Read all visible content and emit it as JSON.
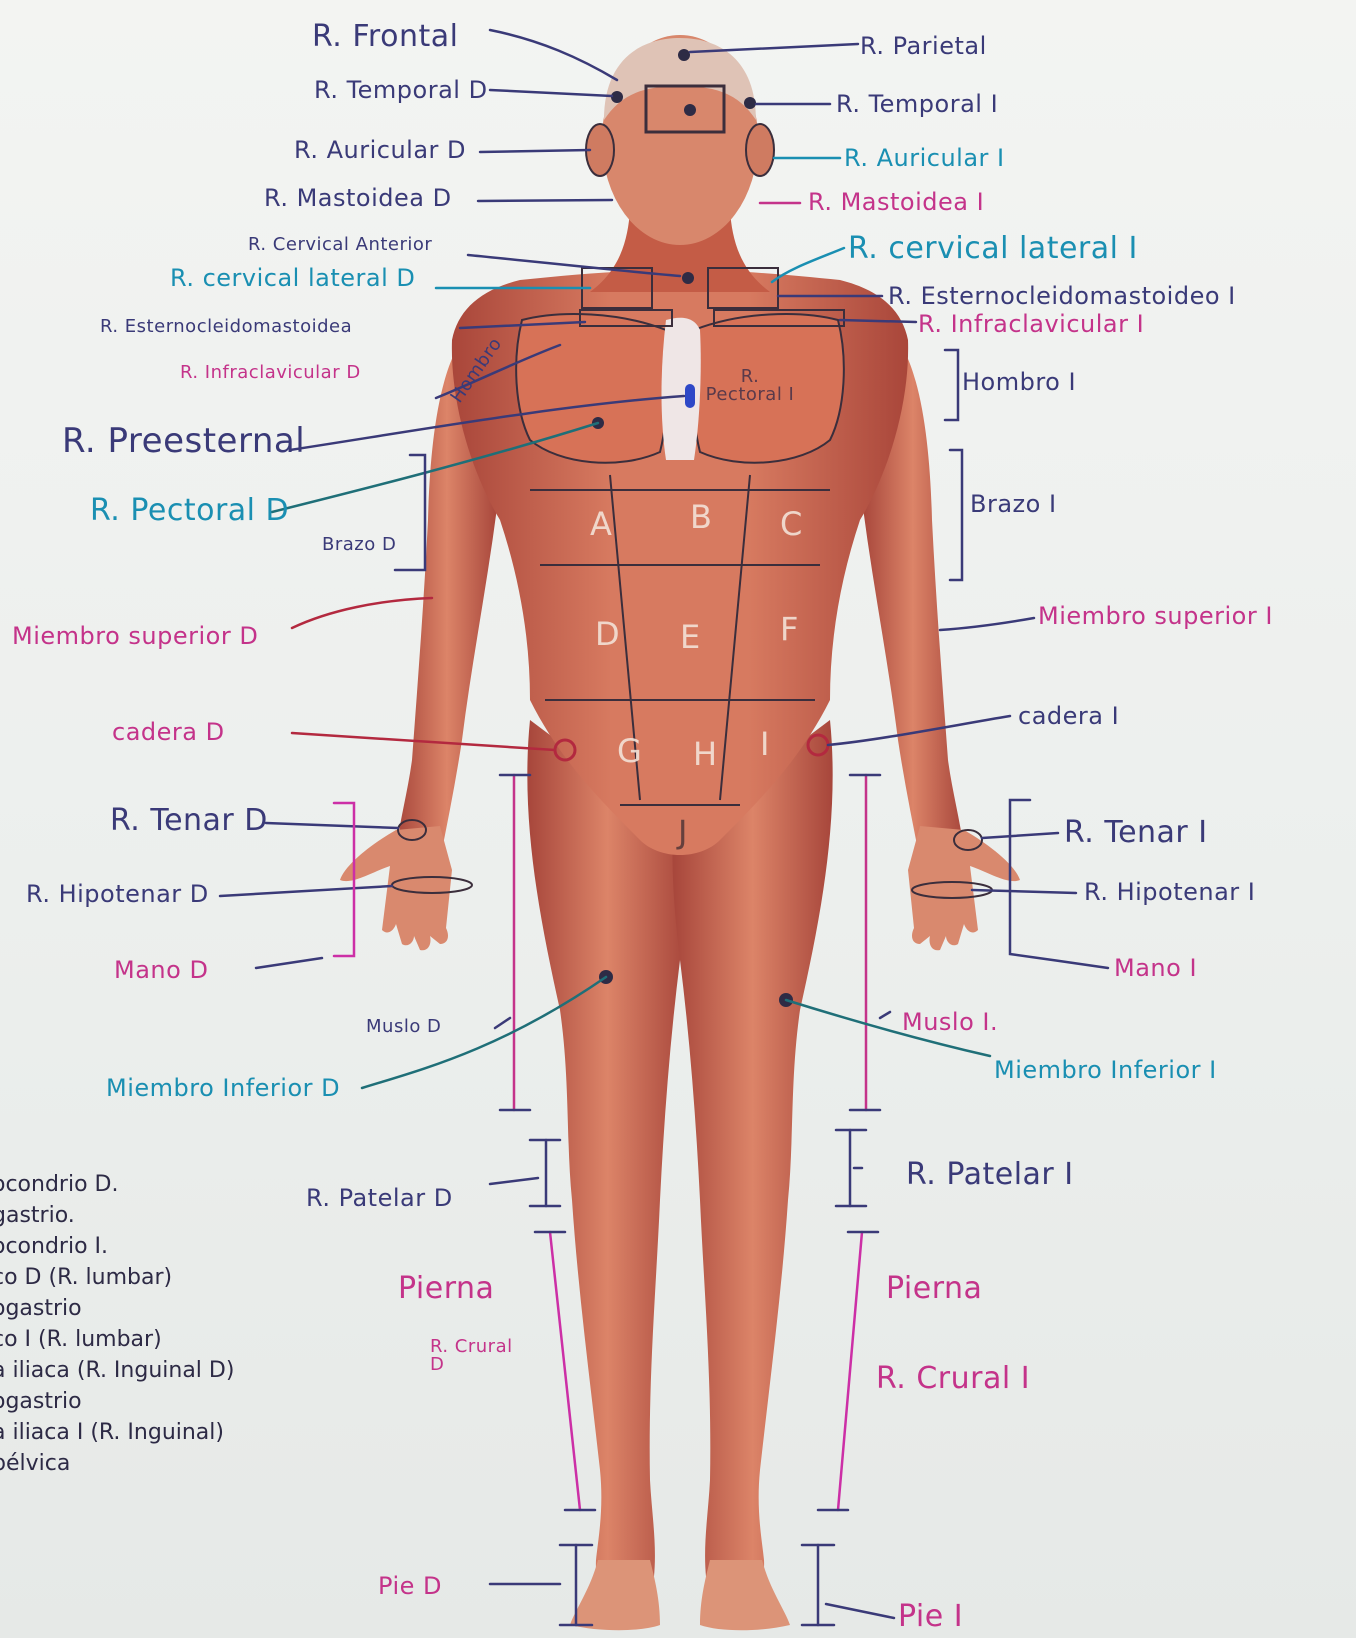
{
  "colors": {
    "navy": "#3a3a78",
    "blue": "#1a8fb2",
    "teal": "#1f6f78",
    "pink": "#c4338a",
    "magenta": "#cc2fa6",
    "red": "#b3293f",
    "ink": "#2e2b45",
    "muscle": "#c8654e",
    "skin": "#e9b39a"
  },
  "labels": {
    "frontal": "R. Frontal",
    "parietal": "R. Parietal",
    "temporal_d": "R. Temporal D",
    "temporal_i": "R. Temporal I",
    "auricular_d": "R. Auricular D",
    "auricular_i": "R. Auricular I",
    "mastoidea_d": "R. Mastoidea D",
    "mastoidea_i": "R. Mastoidea I",
    "cervical_anterior": "R. Cervical Anterior",
    "cervical_lateral_d": "R. cervical lateral D",
    "cervical_lateral_i": "R. cervical lateral I",
    "esterno_d": "R. Esternocleidomastoidea",
    "esterno_i": "R. Esternocleidomastoideo I",
    "infraclavicular_d": "R. Infraclavicular D",
    "infraclavicular_i": "R. Infraclavicular I",
    "hombro_d": "Hombro",
    "hombro_i": "Hombro I",
    "preesternal": "R. Preesternal",
    "pectoral_d": "R. Pectoral D",
    "pectoral_i": "R. Pectoral I",
    "brazo_d": "Brazo D",
    "brazo_i": "Brazo I",
    "miembro_sup_d": "Miembro superior D",
    "miembro_sup_i": "Miembro superior I",
    "cadera_d": "cadera D",
    "cadera_i": "cadera I",
    "tenar_d": "R. Tenar D",
    "tenar_i": "R. Tenar I",
    "hipotenar_d": "R. Hipotenar D",
    "hipotenar_i": "R. Hipotenar I",
    "mano_d": "Mano D",
    "mano_i": "Mano I",
    "muslo_d": "Muslo D",
    "muslo_i": "Muslo I.",
    "miembro_inf_d": "Miembro Inferior D",
    "miembro_inf_i": "Miembro Inferior I",
    "patelar_d": "R. Patelar D",
    "patelar_i": "R. Patelar I",
    "pierna_d": "Pierna",
    "pierna_i": "Pierna",
    "crural_d": "R. Crural D",
    "crural_i": "R. Crural I",
    "pie_d": "Pie D",
    "pie_i": "Pie I"
  },
  "regions": {
    "a": "A",
    "b": "B",
    "c": "C",
    "d": "D",
    "e": "E",
    "f": "F",
    "g": "G",
    "h": "H",
    "i": "I",
    "j": "J"
  },
  "legend": [
    "ocondrio D.",
    "gastrio.",
    "ocondrio I.",
    "co D (R. lumbar)",
    "ogastrio",
    "co I (R. lumbar)",
    "a iliaca (R. Inguinal D)",
    "ogastrio",
    "a iliaca I (R. Inguinal)",
    "pélvica"
  ]
}
